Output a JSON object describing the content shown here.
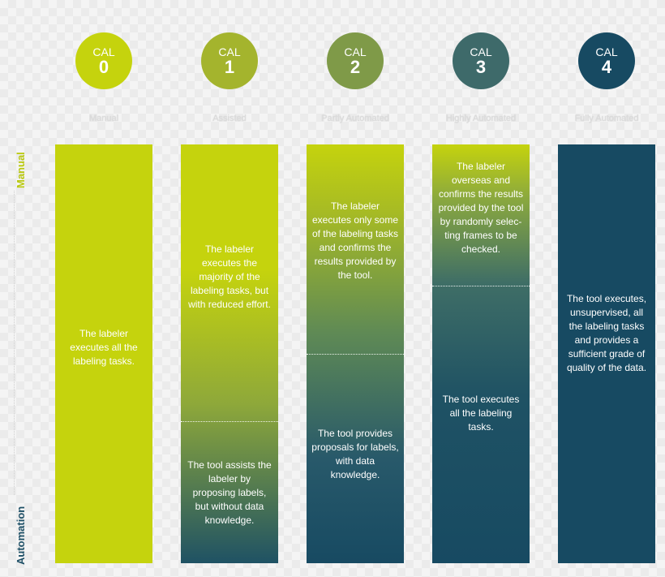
{
  "colors": {
    "cal0": "#c5d30d",
    "cal1": "#a4b42d",
    "cal2": "#7f9a48",
    "cal3": "#3e6a6a",
    "cal4": "#174a62",
    "manual_label": "#b9c80f",
    "automation_label": "#1d4f66"
  },
  "axis": {
    "manual": "Manual",
    "automation": "Automation"
  },
  "levels": [
    {
      "cal": "CAL",
      "num": "0",
      "name": "Manual",
      "text_top": "The labeler executes all the labeling tasks."
    },
    {
      "cal": "CAL",
      "num": "1",
      "name": "Assisted",
      "text_top": "The labeler executes the majority of the labeling tasks, but with reduced effort.",
      "text_bottom": "The tool assists the labeler by proposing labels, but without data knowledge."
    },
    {
      "cal": "CAL",
      "num": "2",
      "name": "Partly Automated",
      "text_top": "The labeler executes only some of the labeling tasks and confirms the results provided by the tool.",
      "text_bottom": "The tool provides proposals for labels, with data knowledge."
    },
    {
      "cal": "CAL",
      "num": "3",
      "name": "Highly Automated",
      "text_top": "The labeler overseas and confirms the results provided by the tool by randomly selec-ting frames to be checked.",
      "text_bottom": "The tool executes all the labeling tasks."
    },
    {
      "cal": "CAL",
      "num": "4",
      "name": "Fully Automated",
      "text_top": "The tool executes, unsupervised, all the labeling tasks and provides a sufficient grade of quality of the data."
    }
  ]
}
